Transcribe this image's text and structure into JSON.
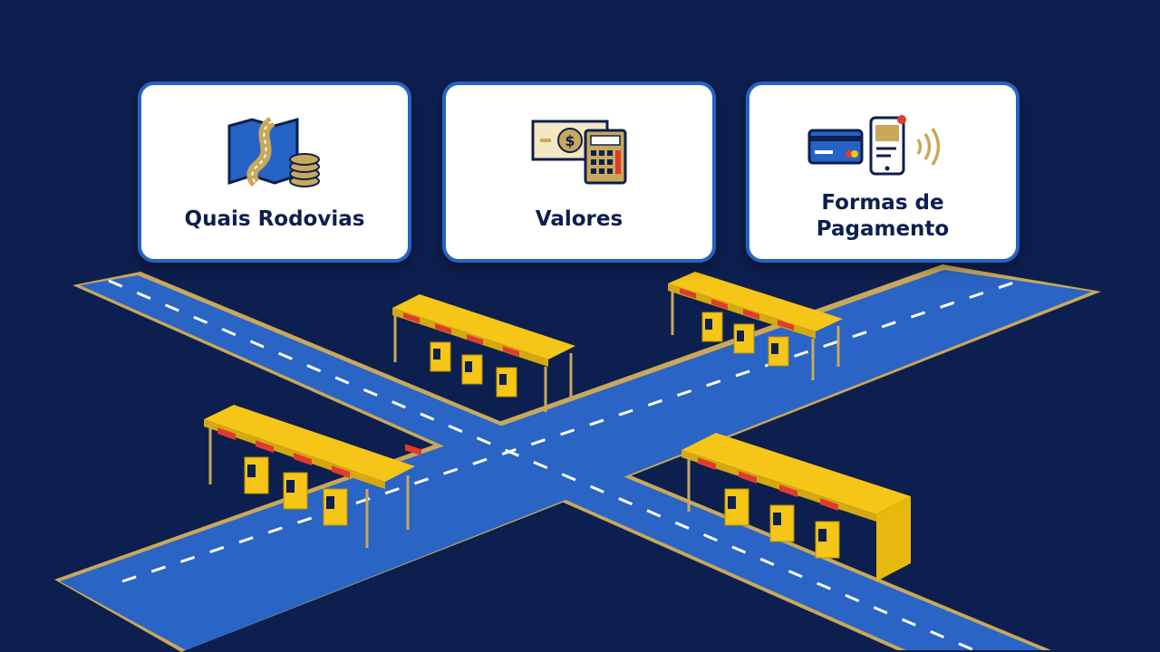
{
  "cards": {
    "rodovias": {
      "label": "Quais Rodovias",
      "icon": "road-map-coins-icon"
    },
    "valores": {
      "label": "Valores",
      "icon": "money-calculator-icon"
    },
    "pagamento": {
      "label_line1": "Formas de",
      "label_line2": "Pagamento",
      "icon": "payment-methods-icon"
    }
  },
  "colors": {
    "background": "#0d1f4e",
    "road": "#2563c4",
    "road_edge": "#c9a85c",
    "booth": "#f5c518",
    "booth_dark": "#d4a80f",
    "accent_red": "#e03b2e",
    "card_border": "#2563c4"
  }
}
